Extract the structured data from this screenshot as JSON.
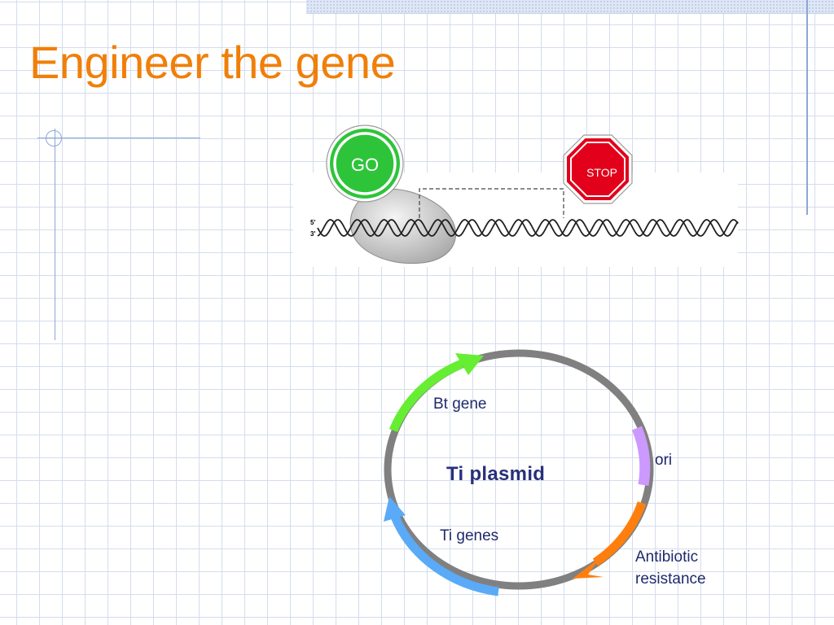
{
  "slide": {
    "title": "Engineer the gene"
  },
  "gene_diagram": {
    "go_label": "GO",
    "stop_label": "STOP",
    "strand_five_prime": "5'",
    "strand_three_prime": "3'",
    "colors": {
      "go": "#2ec43a",
      "stop": "#e2001a",
      "polymerase": "#c8c8c8"
    }
  },
  "plasmid": {
    "center_label": "Ti plasmid",
    "segments": [
      {
        "label": "Bt gene",
        "color": "#66ee33"
      },
      {
        "label": "ori",
        "color": "#cc99ff"
      },
      {
        "label": "Antibiotic",
        "label_line2": "resistance",
        "color": "#ff7f0e"
      },
      {
        "label": "Ti genes",
        "color": "#5aaaf7"
      }
    ],
    "ring_color": "#808080"
  }
}
